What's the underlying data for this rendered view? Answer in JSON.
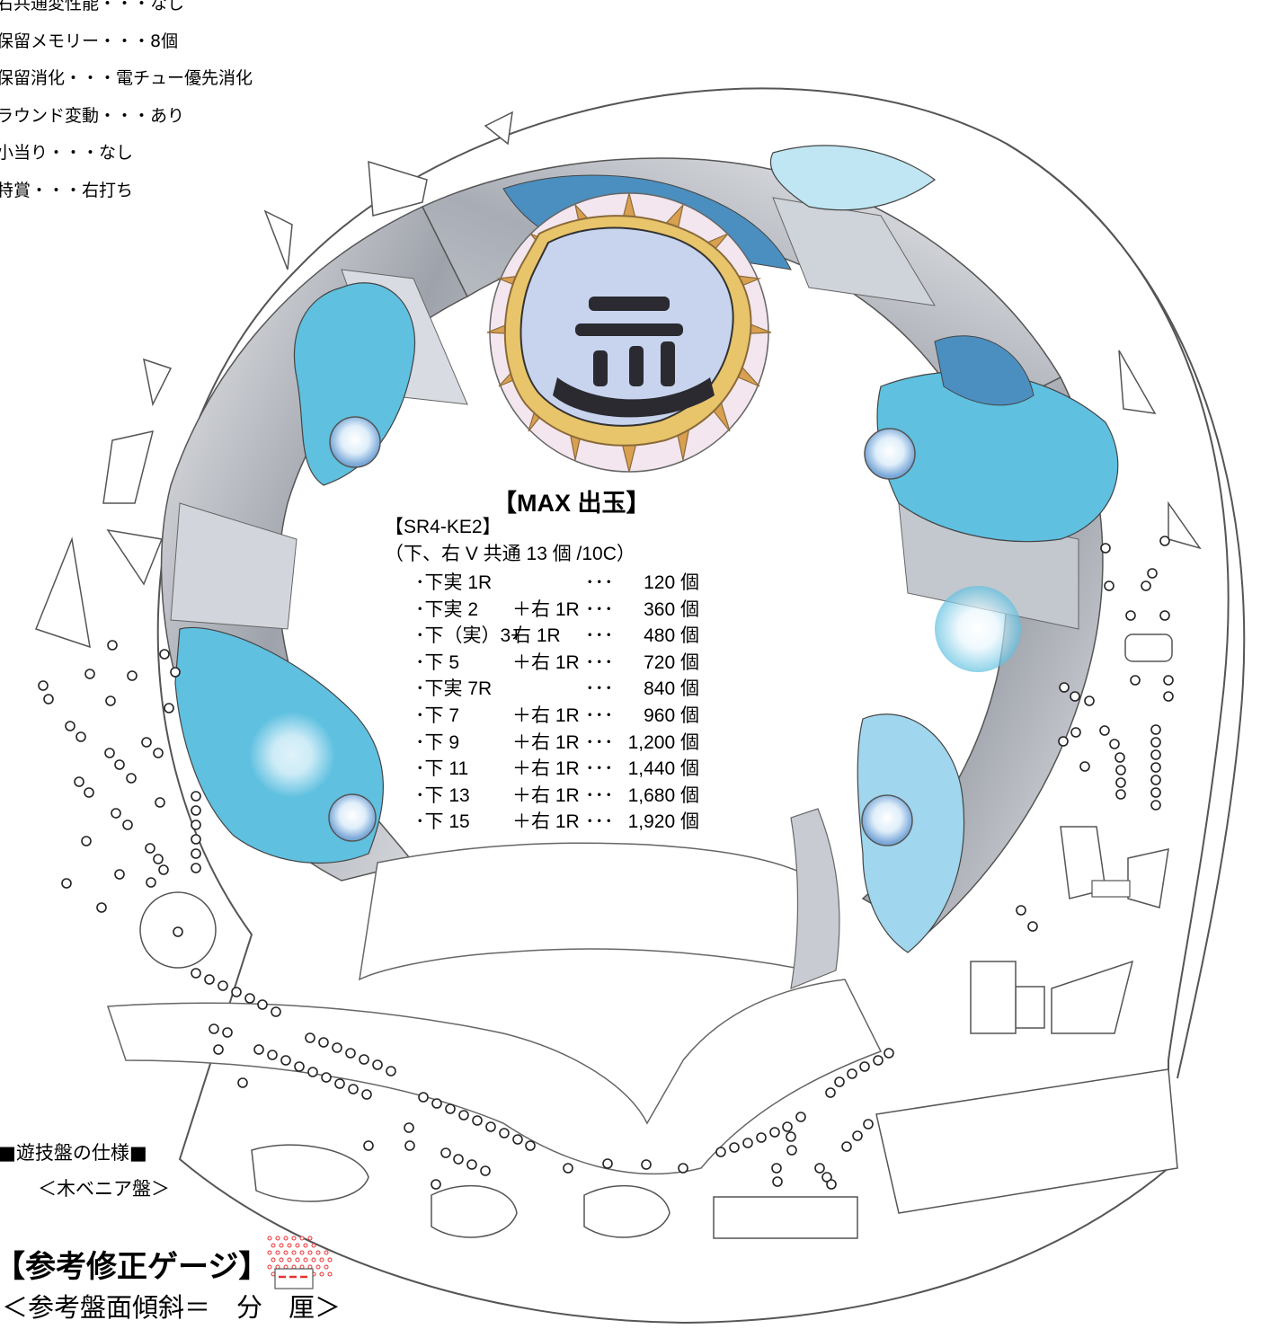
{
  "specs": [
    "右共通変性能・・・なし",
    "保留メモリー・・・8個",
    "保留消化・・・電チュー優先消化",
    "ラウンド変動・・・あり",
    "小当り・・・なし",
    "特賞・・・右打ち"
  ],
  "max": {
    "title": "【MAX 出玉】",
    "spec": "【SR4-KE2】",
    "condition": "（下、右 V 共通 13 個 /10C）",
    "rows": [
      {
        "a": "･下実 1R",
        "b": "",
        "c": "･･･",
        "d": "120 個"
      },
      {
        "a": "･下実 2",
        "b": "＋右 1R",
        "c": "･･･",
        "d": "360 個"
      },
      {
        "a": "･下（実）3+",
        "b": "右 1R",
        "c": "･･･",
        "d": "480 個"
      },
      {
        "a": "･下 5",
        "b": "＋右 1R",
        "c": "･･･",
        "d": "720 個"
      },
      {
        "a": "･下実 7R",
        "b": "",
        "c": "･･･",
        "d": "840 個"
      },
      {
        "a": "･下 7",
        "b": "＋右 1R",
        "c": "･･･",
        "d": "960 個"
      },
      {
        "a": "･下 9",
        "b": "＋右 1R",
        "c": "･･･",
        "d": "1,200 個"
      },
      {
        "a": "･下 11",
        "b": "＋右 1R",
        "c": "･･･",
        "d": "1,440 個"
      },
      {
        "a": "･下 13",
        "b": "＋右 1R",
        "c": "･･･",
        "d": "1,680 個"
      },
      {
        "a": "･下 15",
        "b": "＋右 1R",
        "c": "･･･",
        "d": "1,920 個"
      }
    ]
  },
  "board_spec_label": "■遊技盤の仕様■",
  "board_spec_sub": "＜木ベニア盤＞",
  "gauge_title": "【参考修正ゲージ】",
  "gauge_sub": "＜参考盤面傾斜＝　分　厘＞",
  "colors": {
    "water": "#5fc0e0",
    "water_light": "#bfe6f2",
    "water_dark": "#4a8fbf",
    "metal": "#b8bcc4",
    "metal_light": "#e4e6ea",
    "gold": "#d8a050",
    "logo_fill": "#c8d4ee",
    "gauge_red": "#e83030"
  }
}
